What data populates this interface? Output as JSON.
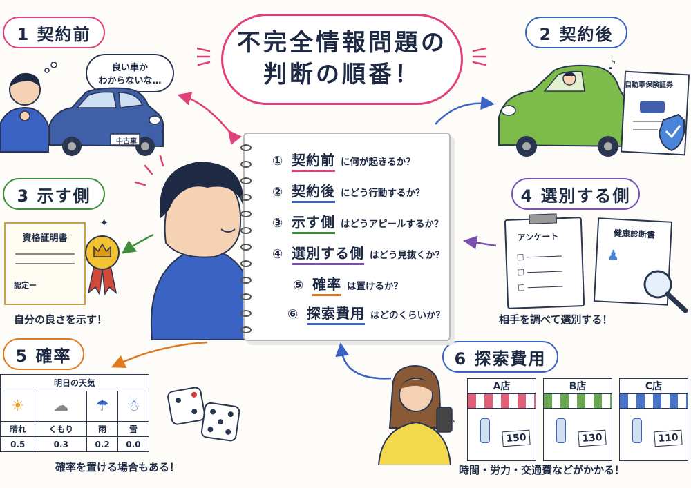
{
  "title": {
    "line1": "不完全情報問題の",
    "line2": "判断の順番！"
  },
  "sections": {
    "s1": {
      "title": "1 契約前",
      "thought": [
        "良い車か",
        "わからないな…"
      ],
      "car_plate": "中古車"
    },
    "s2": {
      "title": "2 契約後",
      "doc_title": "自動車保険証券"
    },
    "s3": {
      "title": "3 示す側",
      "cert_title": "資格証明書",
      "cert_line": "認定ー",
      "caption": "自分の良さを示す！"
    },
    "s4": {
      "title": "4 選別する側",
      "clipboard_title": "アンケート",
      "doc_title": "健康診断書",
      "caption": "相手を調べて選別する！"
    },
    "s5": {
      "title": "5 確率",
      "table_title": "明日の天気",
      "weather": [
        {
          "label": "晴れ",
          "prob": "0.5",
          "icon": "sun-icon"
        },
        {
          "label": "くもり",
          "prob": "0.3",
          "icon": "cloud-icon"
        },
        {
          "label": "雨",
          "prob": "0.2",
          "icon": "umbrella-icon"
        },
        {
          "label": "雪",
          "prob": "0.0",
          "icon": "snowman-icon"
        }
      ],
      "caption": "確率を置ける場合もある！"
    },
    "s6": {
      "title": "6 探索費用",
      "stores": [
        {
          "name": "A店",
          "price": "150",
          "awning_color": "#e0607a"
        },
        {
          "name": "B店",
          "price": "130",
          "awning_color": "#6aa84f"
        },
        {
          "name": "C店",
          "price": "110",
          "awning_color": "#4a74c9"
        }
      ],
      "caption": "時間・労力・交通費などがかかる！"
    }
  },
  "notebook": [
    {
      "num": "①",
      "term": "契約前",
      "rest": "に何が起きるか？",
      "color": "#e0407a"
    },
    {
      "num": "②",
      "term": "契約後",
      "rest": "にどう行動するか？",
      "color": "#3a63c4"
    },
    {
      "num": "③",
      "term": "示す側",
      "rest": "はどうアピールするか？",
      "color": "#3f8f3a"
    },
    {
      "num": "④",
      "term": "選別する側",
      "rest": "はどう見抜くか？",
      "color": "#7a4fb0"
    },
    {
      "num": "⑤",
      "term": "確率",
      "rest": "は置けるか？",
      "color": "#e07a20"
    },
    {
      "num": "⑥",
      "term": "探索費用",
      "rest": "はどのくらいか？",
      "color": "#3a63c4"
    }
  ],
  "colors": {
    "s1_bubble": "#e0407a",
    "s2_bubble": "#3a63c4",
    "s3_bubble": "#3f8f3a",
    "s4_bubble": "#7a4fb0",
    "s5_bubble": "#e07a20",
    "s6_bubble": "#3a63c4"
  }
}
